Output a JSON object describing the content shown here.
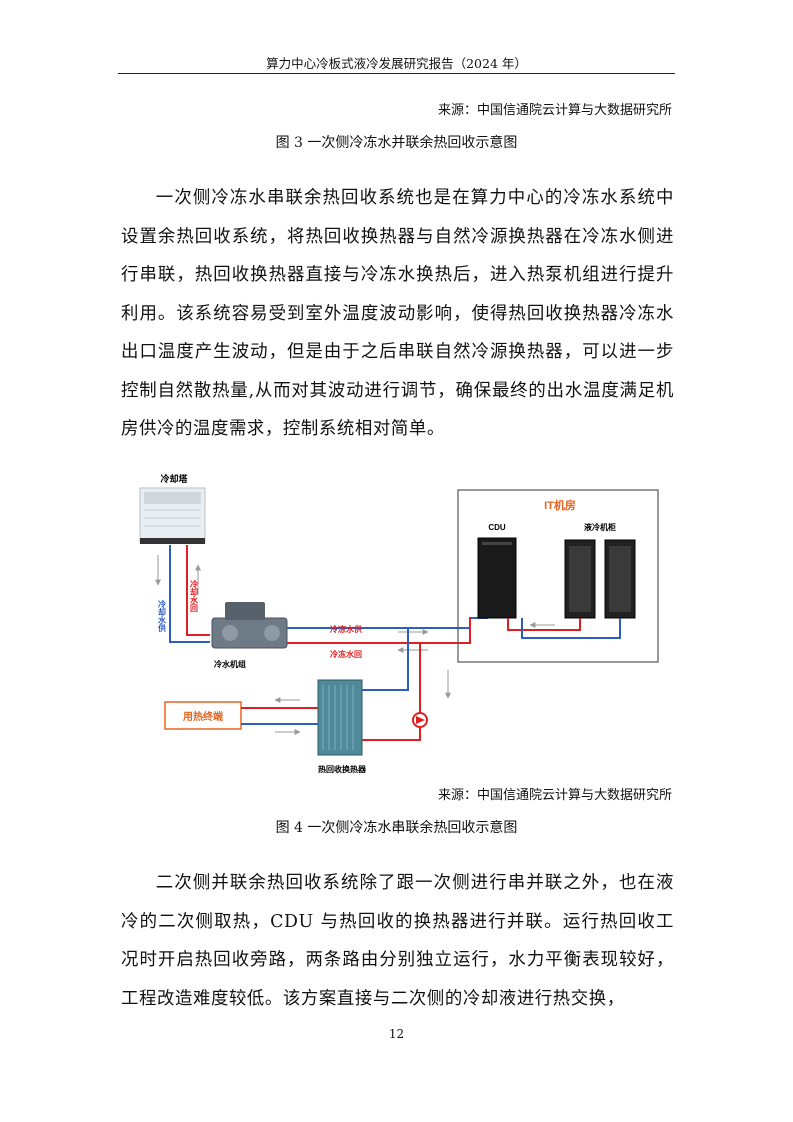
{
  "header": {
    "title": "算力中心冷板式液冷发展研究报告（2024 年）"
  },
  "figure3": {
    "source": "来源：中国信通院云计算与大数据研究所",
    "caption": "图 3 一次侧冷冻水并联余热回收示意图"
  },
  "paragraph1": "一次侧冷冻水串联余热回收系统也是在算力中心的冷冻水系统中设置余热回收系统，将热回收换热器与自然冷源换热器在冷冻水侧进行串联，热回收换热器直接与冷冻水换热后，进入热泵机组进行提升利用。该系统容易受到室外温度波动影响，使得热回收换热器冷冻水出口温度产生波动，但是由于之后串联自然冷源换热器，可以进一步控制自然散热量,从而对其波动进行调节，确保最终的出水温度满足机房供冷的温度需求，控制系统相对简单。",
  "figure4": {
    "labels": {
      "cooling_tower": "冷却塔",
      "cooling_return": "冷却水回",
      "cooling_supply": "冷却水供",
      "chiller": "冷水机组",
      "chilled_supply": "冷冻水供",
      "chilled_return": "冷冻水回",
      "it_room": "IT机房",
      "cdu": "CDU",
      "liquid_cabinet": "液冷机柜",
      "heat_user": "用热终端",
      "heat_exchanger": "热回收换热器"
    },
    "colors": {
      "supply": "#e02020",
      "return": "#2c5cc5",
      "accent": "#e8641e"
    },
    "source": "来源：中国信通院云计算与大数据研究所",
    "caption": "图 4 一次侧冷冻水串联余热回收示意图"
  },
  "paragraph2": "二次侧并联余热回收系统除了跟一次侧进行串并联之外，也在液冷的二次侧取热，CDU 与热回收的换热器进行并联。运行热回收工况时开启热回收旁路，两条路由分别独立运行，水力平衡表现较好，工程改造难度较低。该方案直接与二次侧的冷却液进行热交换，",
  "page_number": "12"
}
